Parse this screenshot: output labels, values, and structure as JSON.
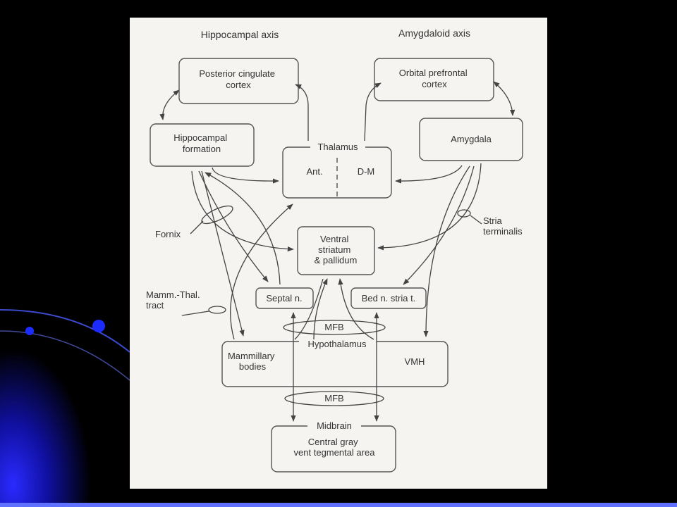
{
  "headings": {
    "hippocampal_axis": "Hippocampal axis",
    "amygdaloid_axis": "Amygdaloid axis"
  },
  "nodes": {
    "posterior_cingulate": [
      "Posterior cingulate",
      "cortex"
    ],
    "orbital_prefrontal": [
      "Orbital prefrontal",
      "cortex"
    ],
    "hippocampal_formation": [
      "Hippocampal",
      "formation"
    ],
    "amygdala": [
      "Amygdala"
    ],
    "thalamus": "Thalamus",
    "thalamus_ant": "Ant.",
    "thalamus_dm": "D-M",
    "ventral_striatum": [
      "Ventral",
      "striatum",
      "& pallidum"
    ],
    "septal_n": "Septal n.",
    "bed_n_stria": "Bed n. stria t.",
    "hypothalamus": "Hypothalamus",
    "mammillary_bodies": [
      "Mammillary",
      "bodies"
    ],
    "vmh": "VMH",
    "midbrain": "Midbrain",
    "central_gray": [
      "Central gray",
      "vent tegmental area"
    ]
  },
  "tracts": {
    "fornix": "Fornix",
    "stria_terminalis": [
      "Stria",
      "terminalis"
    ],
    "mamm_thal": [
      "Mamm.-Thal.",
      "tract"
    ],
    "mfb_upper": "MFB",
    "mfb_lower": "MFB"
  },
  "colors": {
    "slide_background": "#000000",
    "slide_swirl": "#1a1aff",
    "paper": "#f5f4f1",
    "ink": "#333333"
  }
}
